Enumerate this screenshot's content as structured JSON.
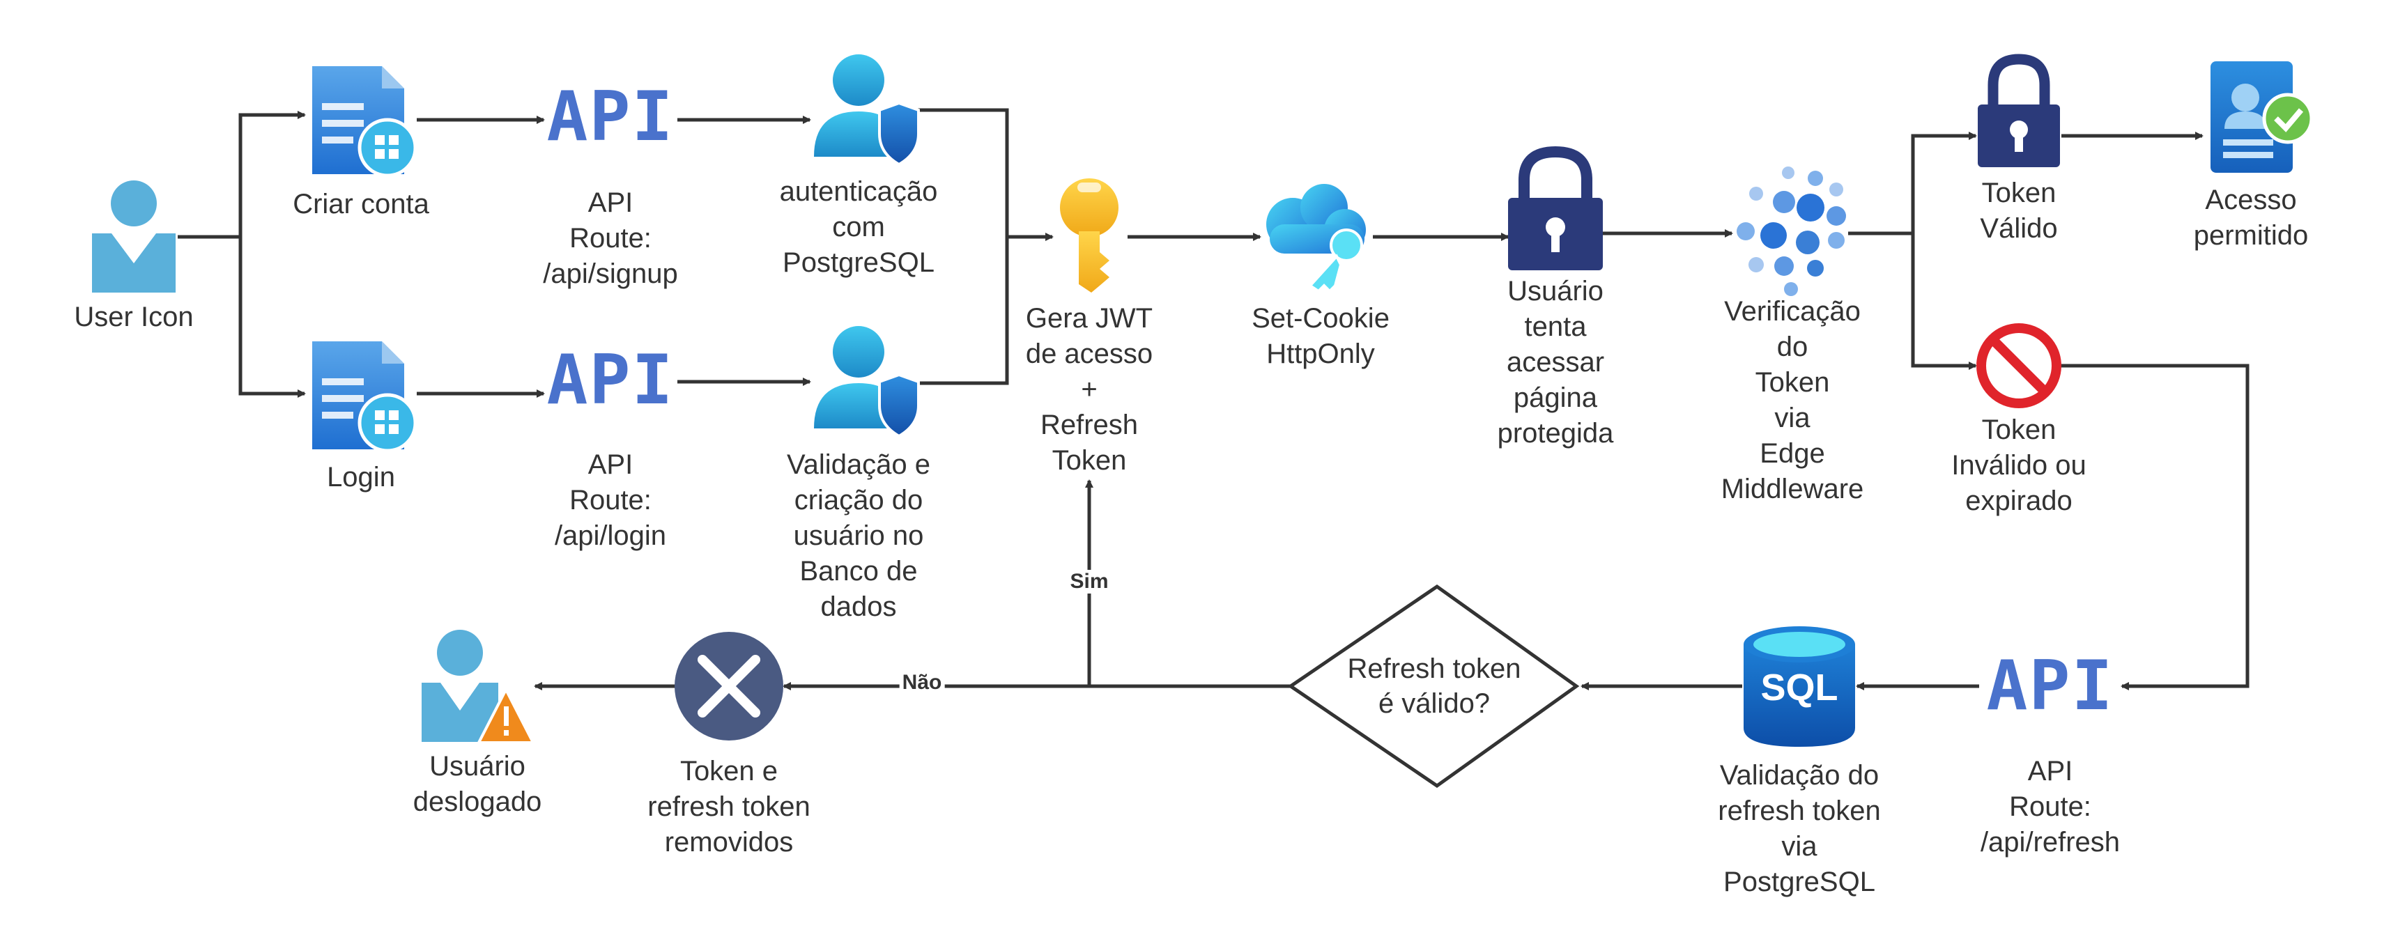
{
  "nodes": {
    "user": {
      "label": [
        "User Icon"
      ],
      "icon": "user-icon"
    },
    "criar_conta": {
      "label": [
        "Criar conta"
      ],
      "icon": "form-document-icon"
    },
    "login": {
      "label": [
        "Login"
      ],
      "icon": "form-document-icon"
    },
    "api_signup": {
      "badge": "API",
      "label": [
        "API",
        "Route:",
        "/api/signup"
      ]
    },
    "api_login": {
      "badge": "API",
      "label": [
        "API",
        "Route:",
        "/api/login"
      ]
    },
    "auth_pg": {
      "label": [
        "autenticação",
        "com",
        "PostgreSQL"
      ],
      "icon": "user-shield-icon"
    },
    "validacao_usuario": {
      "label": [
        "Validação e",
        "criação do",
        "usuário no",
        "Banco de",
        "dados"
      ],
      "icon": "user-shield-icon"
    },
    "gera_jwt": {
      "label": [
        "Gera JWT",
        "de acesso",
        "+",
        "Refresh",
        "Token"
      ],
      "icon": "key-icon"
    },
    "set_cookie": {
      "label": [
        "Set-Cookie",
        "HttpOnly"
      ],
      "icon": "cloud-key-icon"
    },
    "usuario_tenta": {
      "label": [
        "Usuário",
        "tenta",
        "acessar",
        "página",
        "protegida"
      ],
      "icon": "padlock-icon"
    },
    "verificacao": {
      "label": [
        "Verificação",
        "do",
        "Token",
        "via",
        "Edge",
        "Middleware"
      ],
      "icon": "dots-cluster-icon"
    },
    "token_valido": {
      "label": [
        "Token",
        "Válido"
      ],
      "icon": "unlocked-padlock-icon"
    },
    "acesso_permitido": {
      "label": [
        "Acesso",
        "permitido"
      ],
      "icon": "id-card-check-icon"
    },
    "token_invalido": {
      "label": [
        "Token",
        "Inválido ou",
        "expirado"
      ],
      "icon": "no-entry-icon"
    },
    "api_refresh": {
      "badge": "API",
      "label": [
        "API",
        "Route:",
        "/api/refresh"
      ]
    },
    "validacao_refresh": {
      "label": [
        "Validação do",
        "refresh token",
        "via",
        "PostgreSQL"
      ],
      "icon": "sql-database-icon"
    },
    "decisao": {
      "label": [
        "Refresh token",
        "é válido?"
      ]
    },
    "token_removidos": {
      "label": [
        "Token e",
        "refresh token",
        "removidos"
      ],
      "icon": "x-circle-icon"
    },
    "usuario_deslogado": {
      "label": [
        "Usuário",
        "deslogado"
      ],
      "icon": "user-warning-icon"
    }
  },
  "edge_labels": {
    "sim": "Sim",
    "nao": "Não"
  },
  "colors": {
    "line": "#333333",
    "text": "#333333",
    "api_blue": "#4a72cc",
    "azure_blue": "#2a8fd6",
    "light_blue": "#5ab0da",
    "navy": "#2b3a7a",
    "key_gold": "#f5b921",
    "danger_red": "#e0242b",
    "check_green": "#6cc24a",
    "warning_orange": "#f08a1c",
    "slate": "#4a5a82"
  }
}
